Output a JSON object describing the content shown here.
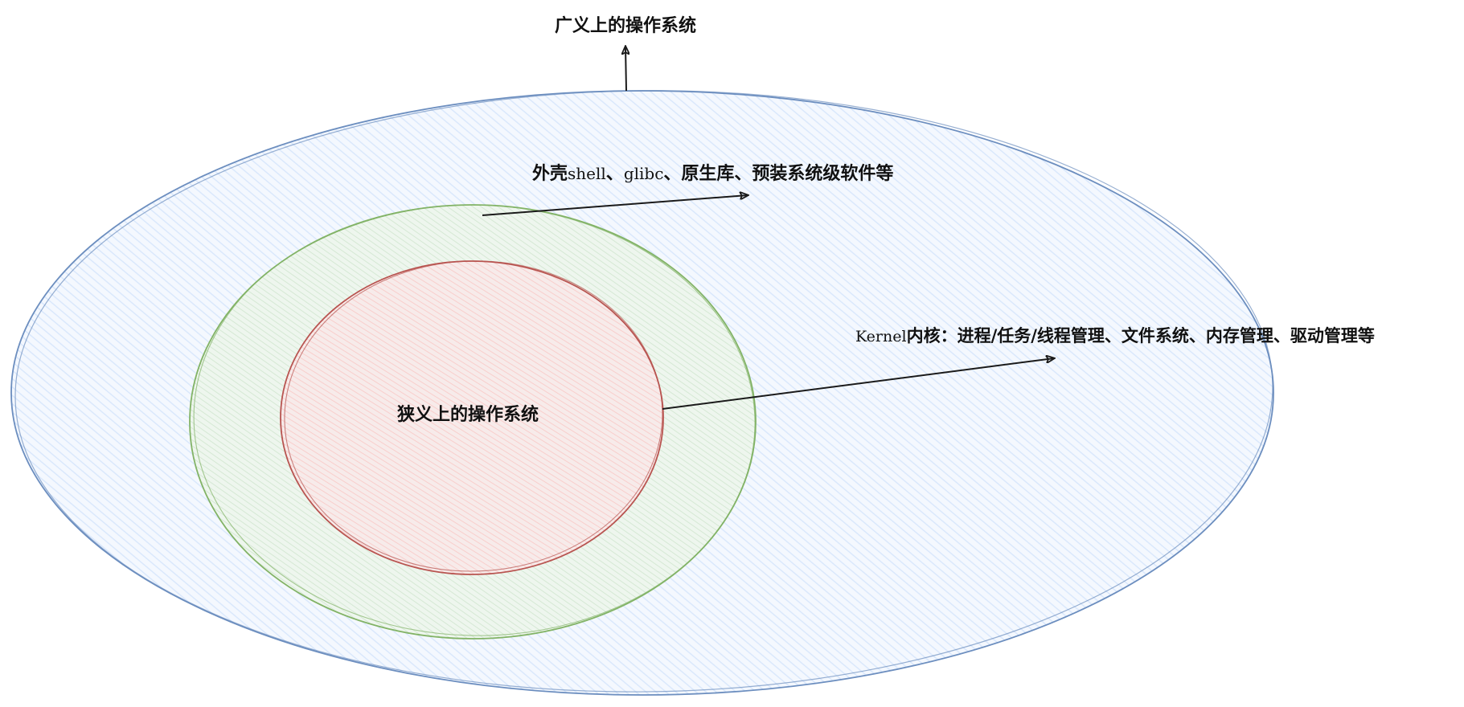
{
  "diagram": {
    "type": "nested-ellipses",
    "colors": {
      "outer_stroke": "#6c8ebf",
      "outer_fill": "#dae8fc",
      "middle_stroke": "#82b366",
      "middle_fill": "#d5e8d4",
      "inner_stroke": "#b85450",
      "inner_fill": "#f8cecc",
      "arrow": "#1a1a1a",
      "text": "#111111"
    },
    "labels": {
      "broad_os": "广义上的操作系统",
      "shell_prefix": "外壳",
      "shell_latin1": "shell",
      "shell_sep1": "、",
      "shell_latin2": "glibc",
      "shell_rest": "、原生库、预装系统级软件等",
      "kernel_latin": "Kernel",
      "kernel_rest": "内核：进程/任务/线程管理、文件系统、内存管理、驱动管理等",
      "narrow_os": "狭义上的操作系统"
    }
  }
}
